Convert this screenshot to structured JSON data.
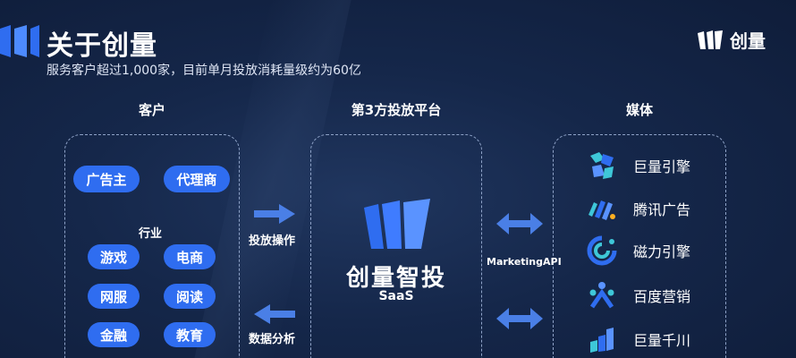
{
  "header": {
    "title": "关于创量",
    "subtitle": "服务客户超过1,000家，目前单月投放消耗量级约为60亿",
    "logo_text": "创量"
  },
  "columns": {
    "customers": {
      "heading": "客户",
      "top_pills": [
        "广告主",
        "代理商"
      ],
      "industry_label": "行业",
      "industries": [
        "游戏",
        "电商",
        "网服",
        "阅读",
        "金融",
        "教育"
      ]
    },
    "platform": {
      "heading": "第3方投放平台",
      "name": "创量智投",
      "sub": "SaaS"
    },
    "media": {
      "heading": "媒体",
      "items": [
        {
          "label": "巨量引擎",
          "icon": "ocean-engine-icon"
        },
        {
          "label": "腾讯广告",
          "icon": "tencent-ads-icon"
        },
        {
          "label": "磁力引擎",
          "icon": "magnetic-engine-icon"
        },
        {
          "label": "百度营销",
          "icon": "baidu-marketing-icon"
        },
        {
          "label": "巨量千川",
          "icon": "qianchuan-icon"
        }
      ]
    }
  },
  "flows": {
    "left_top": "投放操作",
    "left_bottom": "数据分析",
    "right": "MarketingAPI"
  },
  "colors": {
    "background": "#15274a",
    "accent_blue": "#2f6df0",
    "dashed_border": "#8fa3c8",
    "arrow": "#4a7fe6"
  }
}
